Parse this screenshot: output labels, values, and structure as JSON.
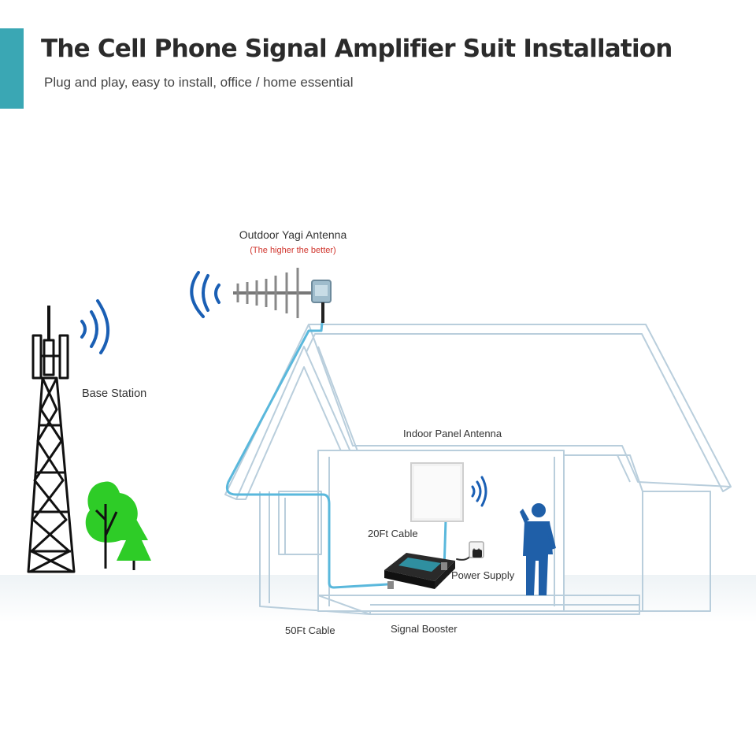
{
  "header": {
    "title": "The Cell Phone Signal Amplifier Suit Installation",
    "subtitle": "Plug and play, easy to install, office / home essential"
  },
  "labels": {
    "outdoor_antenna": "Outdoor Yagi Antenna",
    "outdoor_antenna_note": "(The higher the better)",
    "base_station": "Base Station",
    "indoor_antenna": "Indoor Panel Antenna",
    "cable_20ft": "20Ft Cable",
    "power_supply": "Power Supply",
    "cable_50ft": "50Ft Cable",
    "signal_booster": "Signal Booster"
  },
  "colors": {
    "accent": "#3aa7b4",
    "house_outline": "#b9cedc",
    "cable": "#5ab8dc",
    "signal_wave": "#1a5fb4",
    "person": "#1f5fa8",
    "tree": "#2ecc27",
    "note_red": "#d0342c"
  }
}
